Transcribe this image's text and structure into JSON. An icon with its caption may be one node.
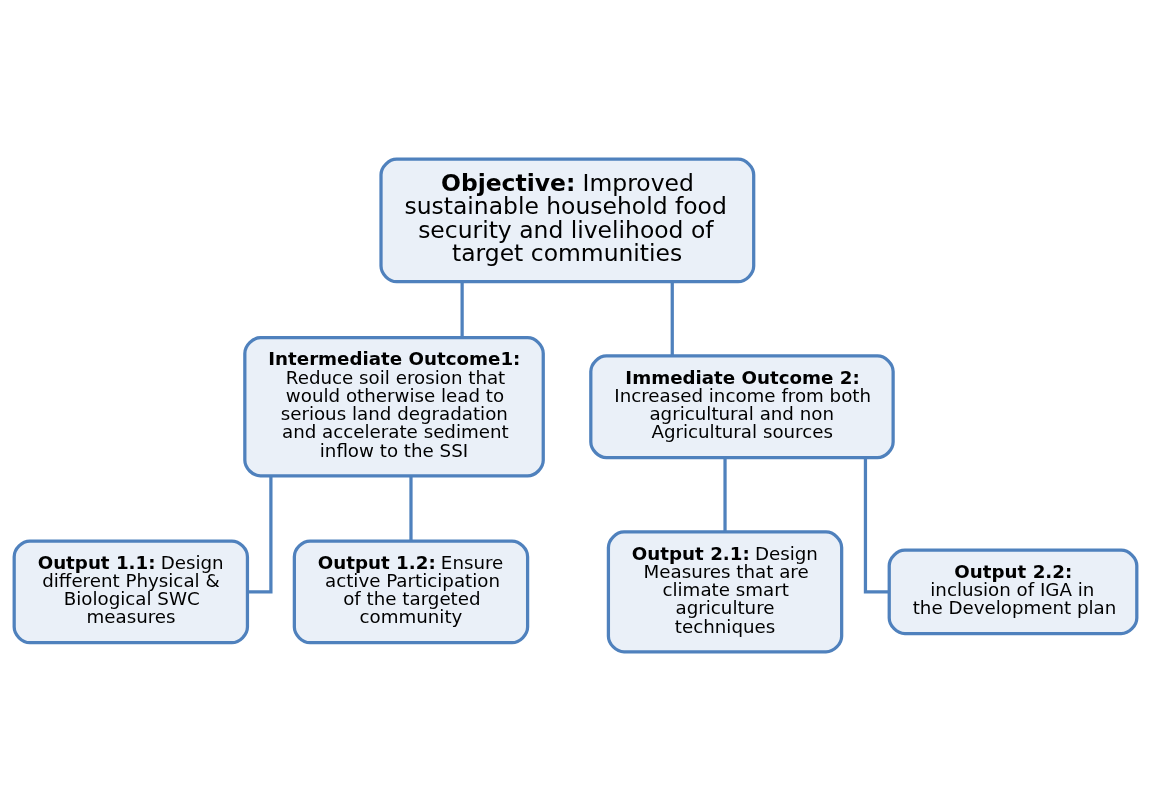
{
  "diagram": {
    "nodes": [
      {
        "text": [
          "**Objective:** Improved sustainable household food security and livelihood of target communities"
        ]
      },
      {
        "text": [
          "**Intermediate Outcome1:** Reduce soil erosion that would otherwise lead to serious land degradation and accelerate sediment inflow to the SSI"
        ]
      },
      {
        "text": [
          "**Immediate Outcome 2:** Increased income from both agricultural and non Agricultural sources"
        ]
      },
      {
        "text": [
          "**Output 1.1:** Design different Physical & Biological SWC measures"
        ]
      },
      {
        "text": [
          "**Output 1.2:** Ensure active Participation of the targeted community"
        ]
      },
      {
        "text": [
          "**Output 2.1:** Design Measures that are climate smart agriculture techniques"
        ]
      },
      {
        "text": [
          "**Output 2.2:** inclusion of IGA in the Development plan"
        ]
      }
    ],
    "edges": [
      {
        "from": 0,
        "to": 1,
        "arrow": "none"
      },
      {
        "from": 0,
        "to": 2,
        "arrow": "none"
      },
      {
        "from": 1,
        "to": 3,
        "arrow": "none"
      },
      {
        "from": 1,
        "to": 4,
        "arrow": "none"
      },
      {
        "from": 2,
        "to": 5,
        "arrow": "none"
      },
      {
        "from": 2,
        "to": 6,
        "arrow": "none"
      }
    ]
  }
}
